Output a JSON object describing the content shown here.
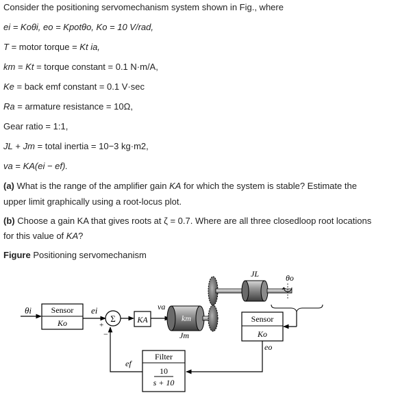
{
  "text": {
    "intro": "Consider the positioning servomechanism system shown in Fig., where",
    "l1": "ei = Koθi, eo = Kpotθo, Ko = 10 V/rad,",
    "l2_a": "T",
    "l2_b": " = motor torque = ",
    "l2_c": "Kt ia,",
    "l3_a": "km",
    "l3_b": " = ",
    "l3_c": "Kt",
    "l3_d": " = torque constant = 0.1 N·m/A,",
    "l4_a": "Ke",
    "l4_b": " = back emf constant = 0.1 V·sec",
    "l5_a": "Ra",
    "l5_b": " = armature resistance = 10Ω,",
    "l6": "Gear ratio = 1:1,",
    "l7_a": "JL",
    "l7_b": " + ",
    "l7_c": "Jm",
    "l7_d": " = total inertia = 10−3 kg·m2,",
    "l8_a": "va",
    "l8_b": " = ",
    "l8_c": "KA(ei − ef).",
    "qa_label": "(a)",
    "qa_1a": " What is the range of the amplifier gain ",
    "qa_1b": "KA",
    "qa_1c": " for which the system is stable? Estimate the",
    "qa_2": "upper limit graphically using a root-locus plot.",
    "qb_label": "(b)",
    "qb_1": " Choose a gain KA that gives roots at ζ = 0.7. Where are all three closedloop root locations",
    "qb_2a": "for this value of ",
    "qb_2b": "KA",
    "qb_2c": "?",
    "fig_label": "Figure",
    "fig_caption": " Positioning servomechanism"
  },
  "diagram": {
    "theta_i": "θi",
    "sensor1": "Sensor",
    "sensor1_k": "Ko",
    "ei": "ei",
    "sum": "Σ",
    "plus1": "+",
    "minus": "−",
    "ka": "KA",
    "va": "va",
    "km": "km",
    "jm": "Jm",
    "jl": "JL",
    "theta_o": "θo",
    "sensor2": "Sensor",
    "sensor2_k": "Ko",
    "eo": "eo",
    "filter": "Filter",
    "filter_num": "10",
    "filter_den": "s + 10",
    "ef": "ef"
  }
}
